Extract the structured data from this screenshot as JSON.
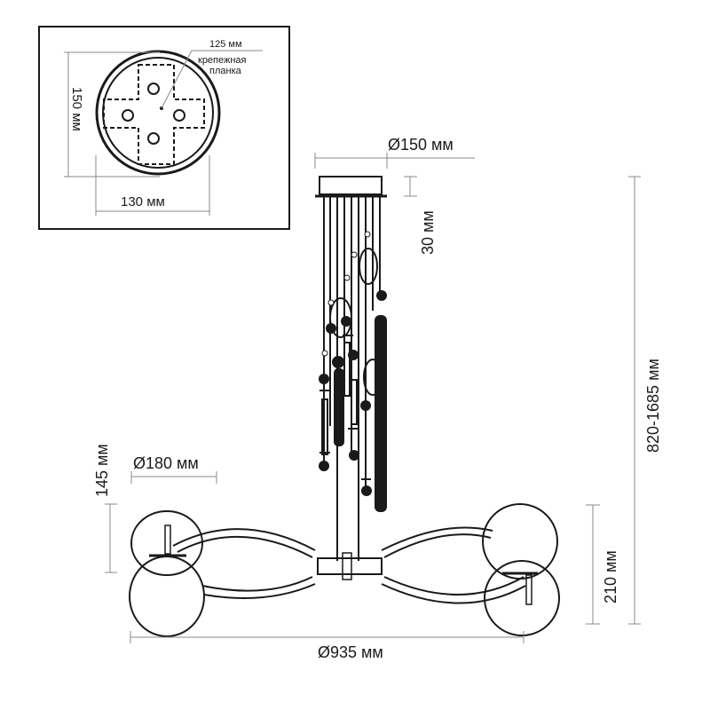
{
  "inset": {
    "plate_label": "125 мм",
    "plate_name_line1": "крепежная",
    "plate_name_line2": "планка",
    "height_label": "150 мм",
    "width_label": "130 мм"
  },
  "main": {
    "canopy_diameter": "Ø150 мм",
    "canopy_height": "30 мм",
    "total_height": "820-1685 мм",
    "shade_diameter": "Ø180 мм",
    "shade_height": "145 мм",
    "body_height": "210 мм",
    "total_diameter": "Ø935 мм"
  },
  "colors": {
    "line": "#1a1a1a",
    "dimension": "#888888"
  }
}
